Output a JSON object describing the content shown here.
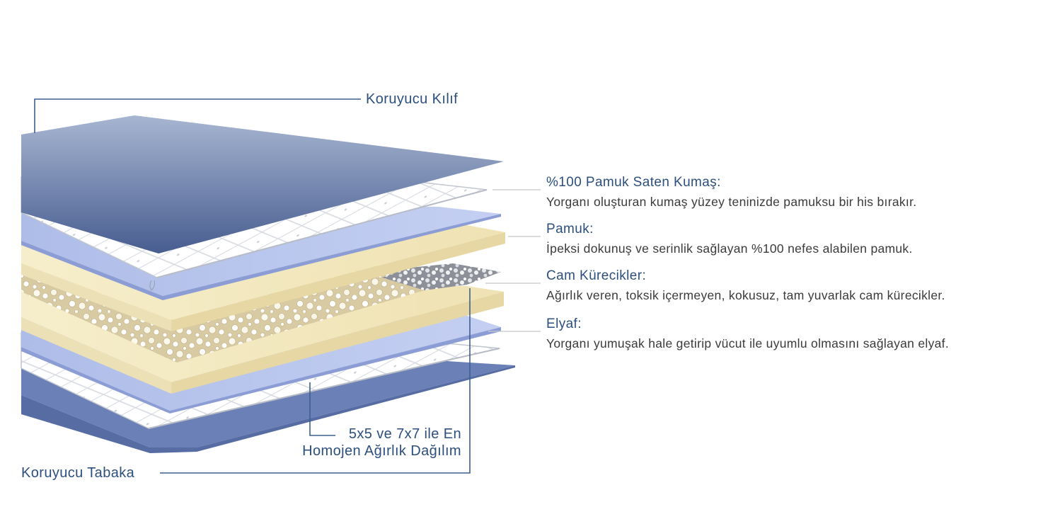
{
  "labels": {
    "top_cover": "Koruyucu Kılıf",
    "bottom_cover": "Koruyucu Tabaka",
    "distribution_line1": "5x5 ve 7x7 ile En",
    "distribution_line2": "Homojen Ağırlık Dağılım"
  },
  "layers": [
    {
      "title": "%100 Pamuk Saten Kumaş:",
      "description": "Yorganı oluşturan kumaş yüzey teninizde pamuksu bir his bırakır."
    },
    {
      "title": "Pamuk:",
      "description": "İpeksi dokunuş ve serinlik sağlayan %100 nefes alabilen pamuk."
    },
    {
      "title": "Cam Kürecikler:",
      "description": "Ağırlık veren, toksik içermeyen, kokusuz, tam yuvarlak cam kürecikler."
    },
    {
      "title": "Elyaf:",
      "description": "Yorganı yumuşak hale getirip vücut ile uyumlu olmasını sağlayan elyaf."
    }
  ],
  "colors": {
    "label_text": "#2c4f7e",
    "body_text": "#3a3a3a",
    "cover_blue_light": "#9fb0cc",
    "cover_blue_dark": "#4a5f91",
    "fiber_blue": "#a9b8e6",
    "cotton_cream": "#f3e9c2",
    "bead_tan": "#d9cda8",
    "base_blue": "#6f84b8",
    "leader_line": "#c8c8c8",
    "bracket_line": "#3d5f8e"
  },
  "icons": {
    "quilt_pattern": "diamond-quilting-pattern",
    "beads": "glass-bead-circles"
  }
}
